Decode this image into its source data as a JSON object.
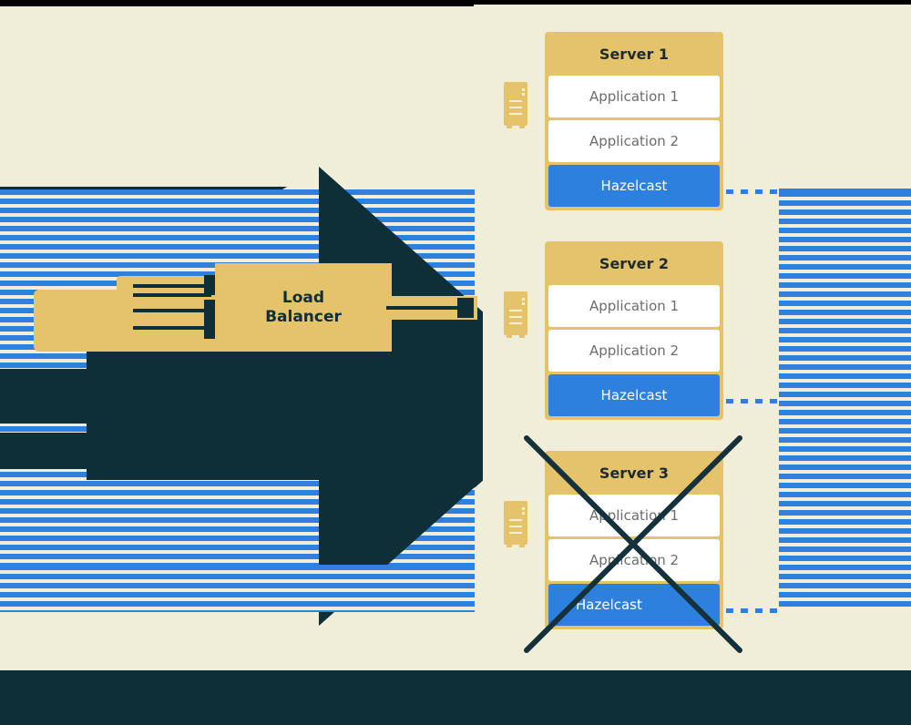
{
  "diagram": {
    "title": "Hazelcast embedded cluster with load balancer",
    "background_color": "#F0EDD8",
    "accent_gold": "#E5C36B",
    "accent_blue": "#2E80DE",
    "accent_dark": "#0E2F38"
  },
  "load_balancer": {
    "label_line1": "Load",
    "label_line2": "Balancer"
  },
  "servers": [
    {
      "name": "Server 1",
      "rows": [
        {
          "label": "Application 1",
          "kind": "app"
        },
        {
          "label": "Application 2",
          "kind": "app"
        },
        {
          "label": "Hazelcast",
          "kind": "hazelcast"
        }
      ],
      "crossed_out": false,
      "icon": "server-rack-icon"
    },
    {
      "name": "Server 2",
      "rows": [
        {
          "label": "Application 1",
          "kind": "app"
        },
        {
          "label": "Application 2",
          "kind": "app"
        },
        {
          "label": "Hazelcast",
          "kind": "hazelcast"
        }
      ],
      "crossed_out": false,
      "icon": "server-rack-icon"
    },
    {
      "name": "Server 3",
      "rows": [
        {
          "label": "Application 1",
          "kind": "app"
        },
        {
          "label": "Application 2",
          "kind": "app"
        },
        {
          "label": "Hazelcast",
          "kind": "hazelcast"
        }
      ],
      "crossed_out": true,
      "icon": "server-rack-icon"
    }
  ],
  "obscured": {
    "note": "regions covered by blue stripe bands; text not legible",
    "right_block_line1": "",
    "right_block_line2": "",
    "right_block_line3": "",
    "left_block_line1": ""
  },
  "footer": {
    "line1": "",
    "line2": ""
  }
}
